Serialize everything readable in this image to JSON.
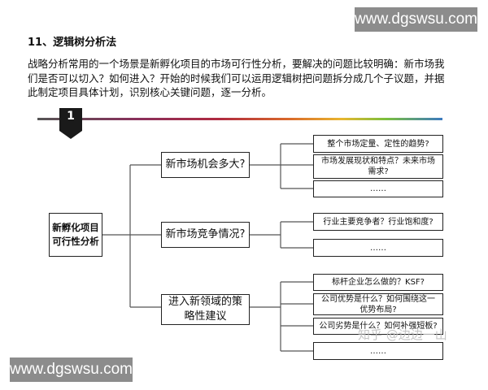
{
  "watermarks": {
    "top": "www.dgswsu.com",
    "bottom": "www.dgswsu.com",
    "zhihu": "知乎 @边边一山"
  },
  "heading": "11、逻辑树分析法",
  "paragraph": "战略分析常用的一个场景是新孵化项目的市场可行性分析，要解决的问题比较明确：新市场我们是否可以切入？如何进入？开始的时候我们可以运用逻辑树把问题拆分成几个子议题，并据此制定项目具体计划，识别核心关键问题，逐一分析。",
  "badge": "1",
  "tree": {
    "root": "新孵化项目可行性分析",
    "branches": [
      {
        "label": "新市场机会多大?",
        "leaves": [
          "整个市场定量、定性的趋势?",
          "市场发展现状和特点？未来市场需求?",
          "……"
        ]
      },
      {
        "label": "新市场竞争情况?",
        "leaves": [
          "行业主要竞争者？行业饱和度?",
          "……"
        ]
      },
      {
        "label": "进入新领域的策略性建议",
        "leaves": [
          "标杆企业怎么做的？KSF?",
          "公司优势是什么？如何围绕这一优势布局?",
          "公司劣势是什么？如何补强短板?",
          "……"
        ]
      }
    ]
  }
}
